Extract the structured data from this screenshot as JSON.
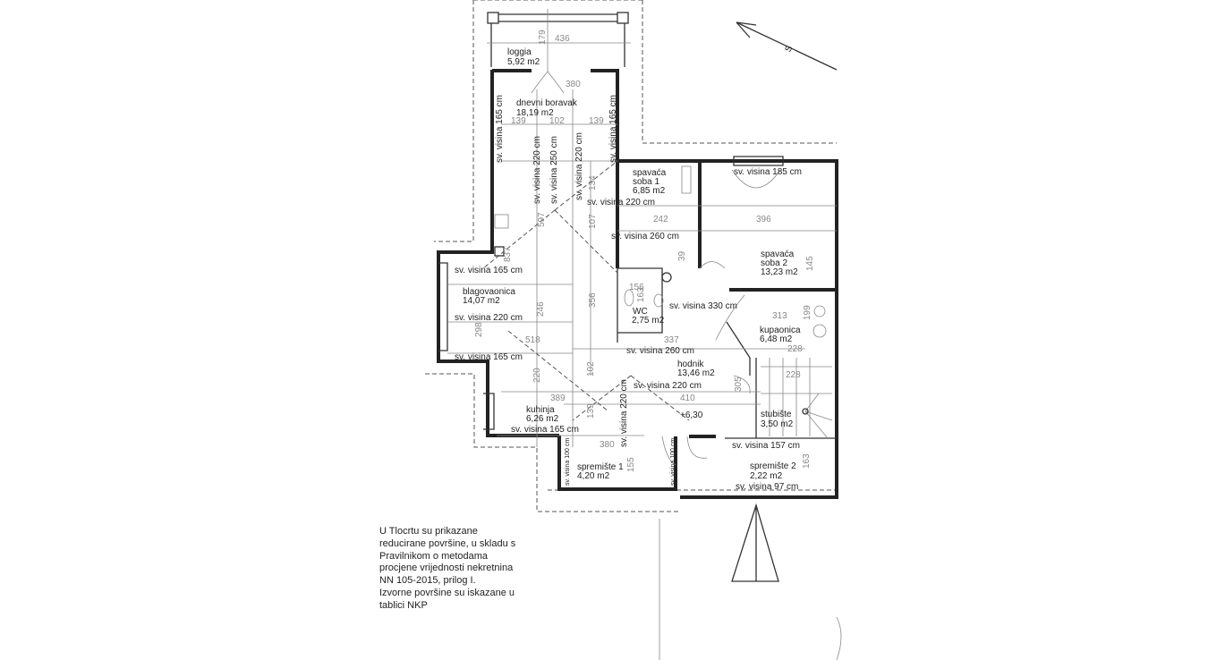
{
  "north_label": "S",
  "rooms": {
    "loggia": {
      "name": "loggia",
      "area": "5,92 m2"
    },
    "dnevni": {
      "name": "dnevni boravak",
      "area": "18,19 m2"
    },
    "spavaca1": {
      "name1": "spavaća",
      "name2": "soba 1",
      "area": "6,85 m2"
    },
    "spavaca2": {
      "name1": "spavaća",
      "name2": "soba 2",
      "area": "13,23 m2"
    },
    "blagovaonica": {
      "name": "blagovaonica",
      "area": "14,07 m2"
    },
    "wc": {
      "name": "WC",
      "area": "2,75 m2"
    },
    "kupaonica": {
      "name": "kupaonica",
      "area": "6,48 m2"
    },
    "hodnik": {
      "name": "hodnik",
      "area": "13,46 m2"
    },
    "kuhinja": {
      "name": "kuhinja",
      "area": "6,26 m2"
    },
    "stubiste": {
      "name": "stubište",
      "area": "3,50 m2"
    },
    "spremiste1": {
      "name": "spremište 1",
      "area": "4,20 m2"
    },
    "spremiste2": {
      "name": "spremište 2",
      "area": "2,22 m2"
    }
  },
  "heights": {
    "h165": "sv. visina 165 cm",
    "h220": "sv. visina 220 cm",
    "h250": "sv. visina 250 cm",
    "h185": "sv. visina 185 cm",
    "h260": "sv. visina 260 cm",
    "h330": "sv. visina 330 cm",
    "h157": "sv. visina 157 cm",
    "h97": "sv. visina 97 cm",
    "h100": "sv. visina 100 cm"
  },
  "level": "+6,30",
  "dims": [
    "436",
    "179",
    "380",
    "139",
    "102",
    "134",
    "139",
    "242",
    "396",
    "107",
    "597",
    "837",
    "39",
    "145",
    "156",
    "163",
    "356",
    "313",
    "199",
    "298",
    "246",
    "518",
    "337",
    "228",
    "102",
    "220",
    "228",
    "305",
    "389",
    "410",
    "139",
    "380",
    "155",
    "163"
  ],
  "note": [
    "U Tlocrtu su prikazane",
    "reducirane površine, u skladu s",
    "Pravilnikom o metodama",
    "procjene vrijednosti nekretnina",
    "NN 105-2015, prilog I.",
    "Izvorne površine su iskazane u",
    "tablici NKP"
  ]
}
